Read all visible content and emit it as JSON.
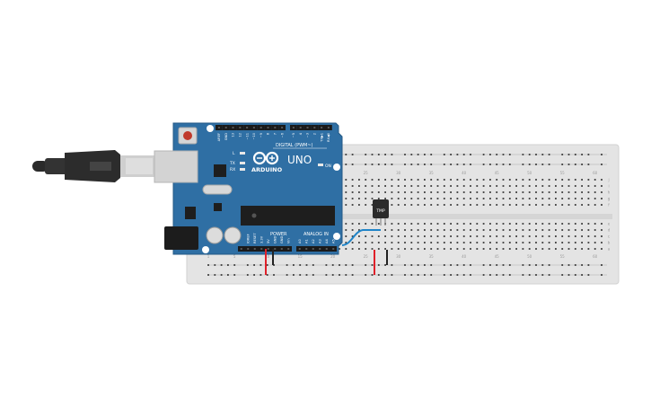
{
  "arduino": {
    "brand": "ARDUINO",
    "model": "UNO",
    "digital_label": "DIGITAL (PWM~)",
    "power_label": "POWER",
    "analog_label": "ANALOG IN",
    "on_label": "ON",
    "led_l": "L",
    "led_tx": "TX",
    "led_rx": "RX",
    "digital_pins": [
      "AREF",
      "GND",
      "13",
      "12",
      "~11",
      "~10",
      "~9",
      "8",
      "7",
      "~6",
      "~5",
      "4",
      "~3",
      "2",
      "TX▶1",
      "RX◀0"
    ],
    "power_pins": [
      "IOREF",
      "RESET",
      "3.3V",
      "5V",
      "GND",
      "GND",
      "Vin"
    ],
    "analog_pins": [
      "A0",
      "A1",
      "A2",
      "A3",
      "A4",
      "A5"
    ]
  },
  "breadboard": {
    "column_labels": [
      "1",
      "5",
      "10",
      "15",
      "20",
      "25",
      "30",
      "35",
      "40",
      "45",
      "50",
      "55",
      "60"
    ],
    "row_labels_top": [
      "j",
      "i",
      "h",
      "g",
      "f"
    ],
    "row_labels_bottom": [
      "e",
      "d",
      "c",
      "b",
      "a"
    ]
  },
  "sensor": {
    "label": "TMP"
  },
  "colors": {
    "board_blue": "#2f6fa4",
    "breadboard": "#e3e3e3",
    "wire_red": "#e0202a",
    "wire_black": "#222222",
    "wire_blue": "#1f84c8",
    "sensor_body": "#2b2b2b"
  }
}
